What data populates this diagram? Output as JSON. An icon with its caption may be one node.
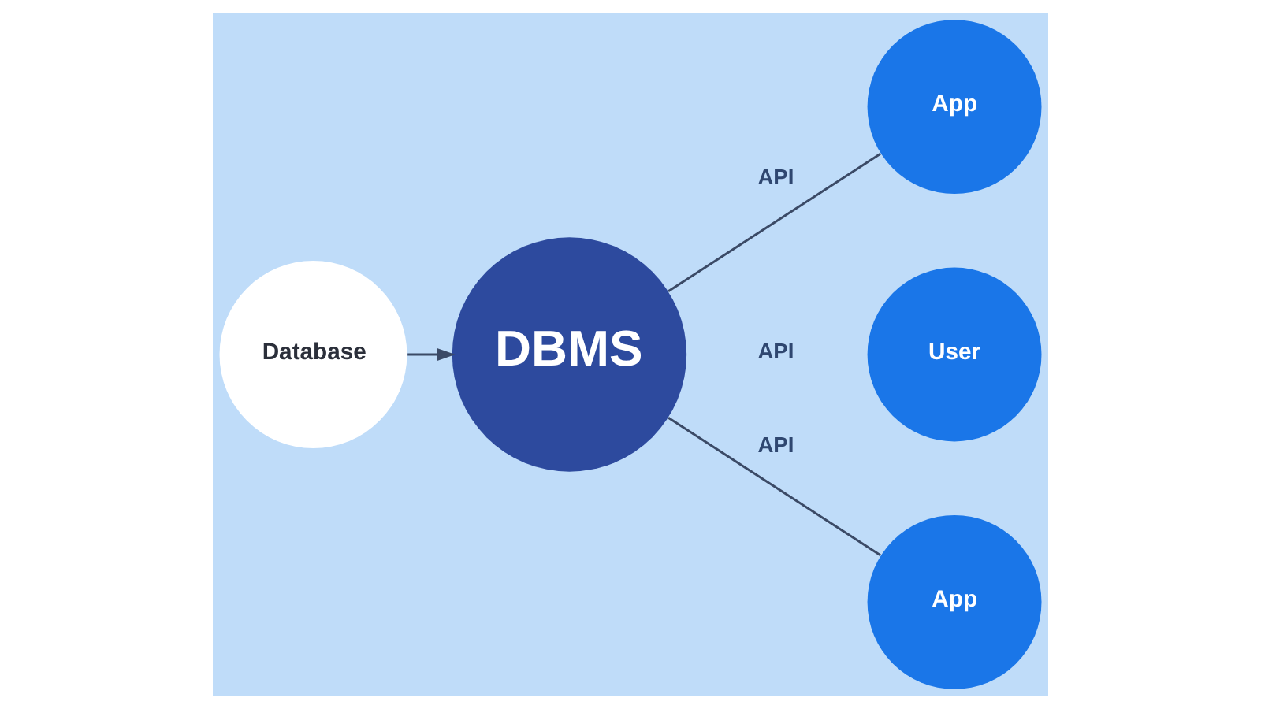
{
  "diagram": {
    "nodes": [
      {
        "text": [
          "Database"
        ]
      },
      {
        "text": [
          "DBMS"
        ]
      },
      {
        "text": [
          "App"
        ]
      },
      {
        "text": [
          "User"
        ]
      },
      {
        "text": [
          "App"
        ]
      }
    ],
    "edges": [
      {
        "from": 0,
        "to": 1,
        "arrow": "to"
      },
      {
        "from": 1,
        "to": 2,
        "arrow": "none",
        "label": "API"
      },
      {
        "from": 1,
        "to": 4,
        "arrow": "none",
        "label": "API"
      }
    ],
    "labels": [
      "API"
    ]
  }
}
